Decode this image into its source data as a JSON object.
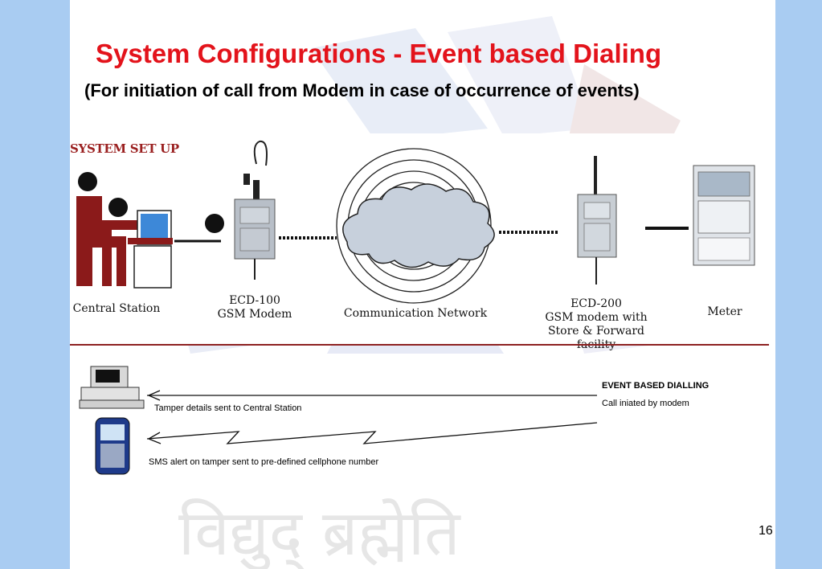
{
  "slide": {
    "title": "System Configurations - Event based Dialing",
    "subtitle": "(For initiation of call from Modem in case of occurrence of events)",
    "page_number": "16",
    "watermark_text": "विद्युद् ब्रह्मेति"
  },
  "setup": {
    "label": "SYSTEM SET UP",
    "central_station": "Central Station",
    "ecd100_line1": "ECD-100",
    "ecd100_line2": "GSM Modem",
    "network": "Communication Network",
    "ecd200_line1": "ECD-200",
    "ecd200_line2": "GSM modem with",
    "ecd200_line3": "Store & Forward facility",
    "meter": "Meter"
  },
  "event": {
    "title": "EVENT BASED DIALLING",
    "subtitle": "Call iniated by modem",
    "msg_tamper": "Tamper details sent to Central Station",
    "msg_sms": "SMS alert on tamper sent to pre-defined cellphone number"
  },
  "colors": {
    "title": "#e3131b",
    "background": "#a9ccf2",
    "person": "#8b1a1a",
    "rule": "#8e2222"
  }
}
